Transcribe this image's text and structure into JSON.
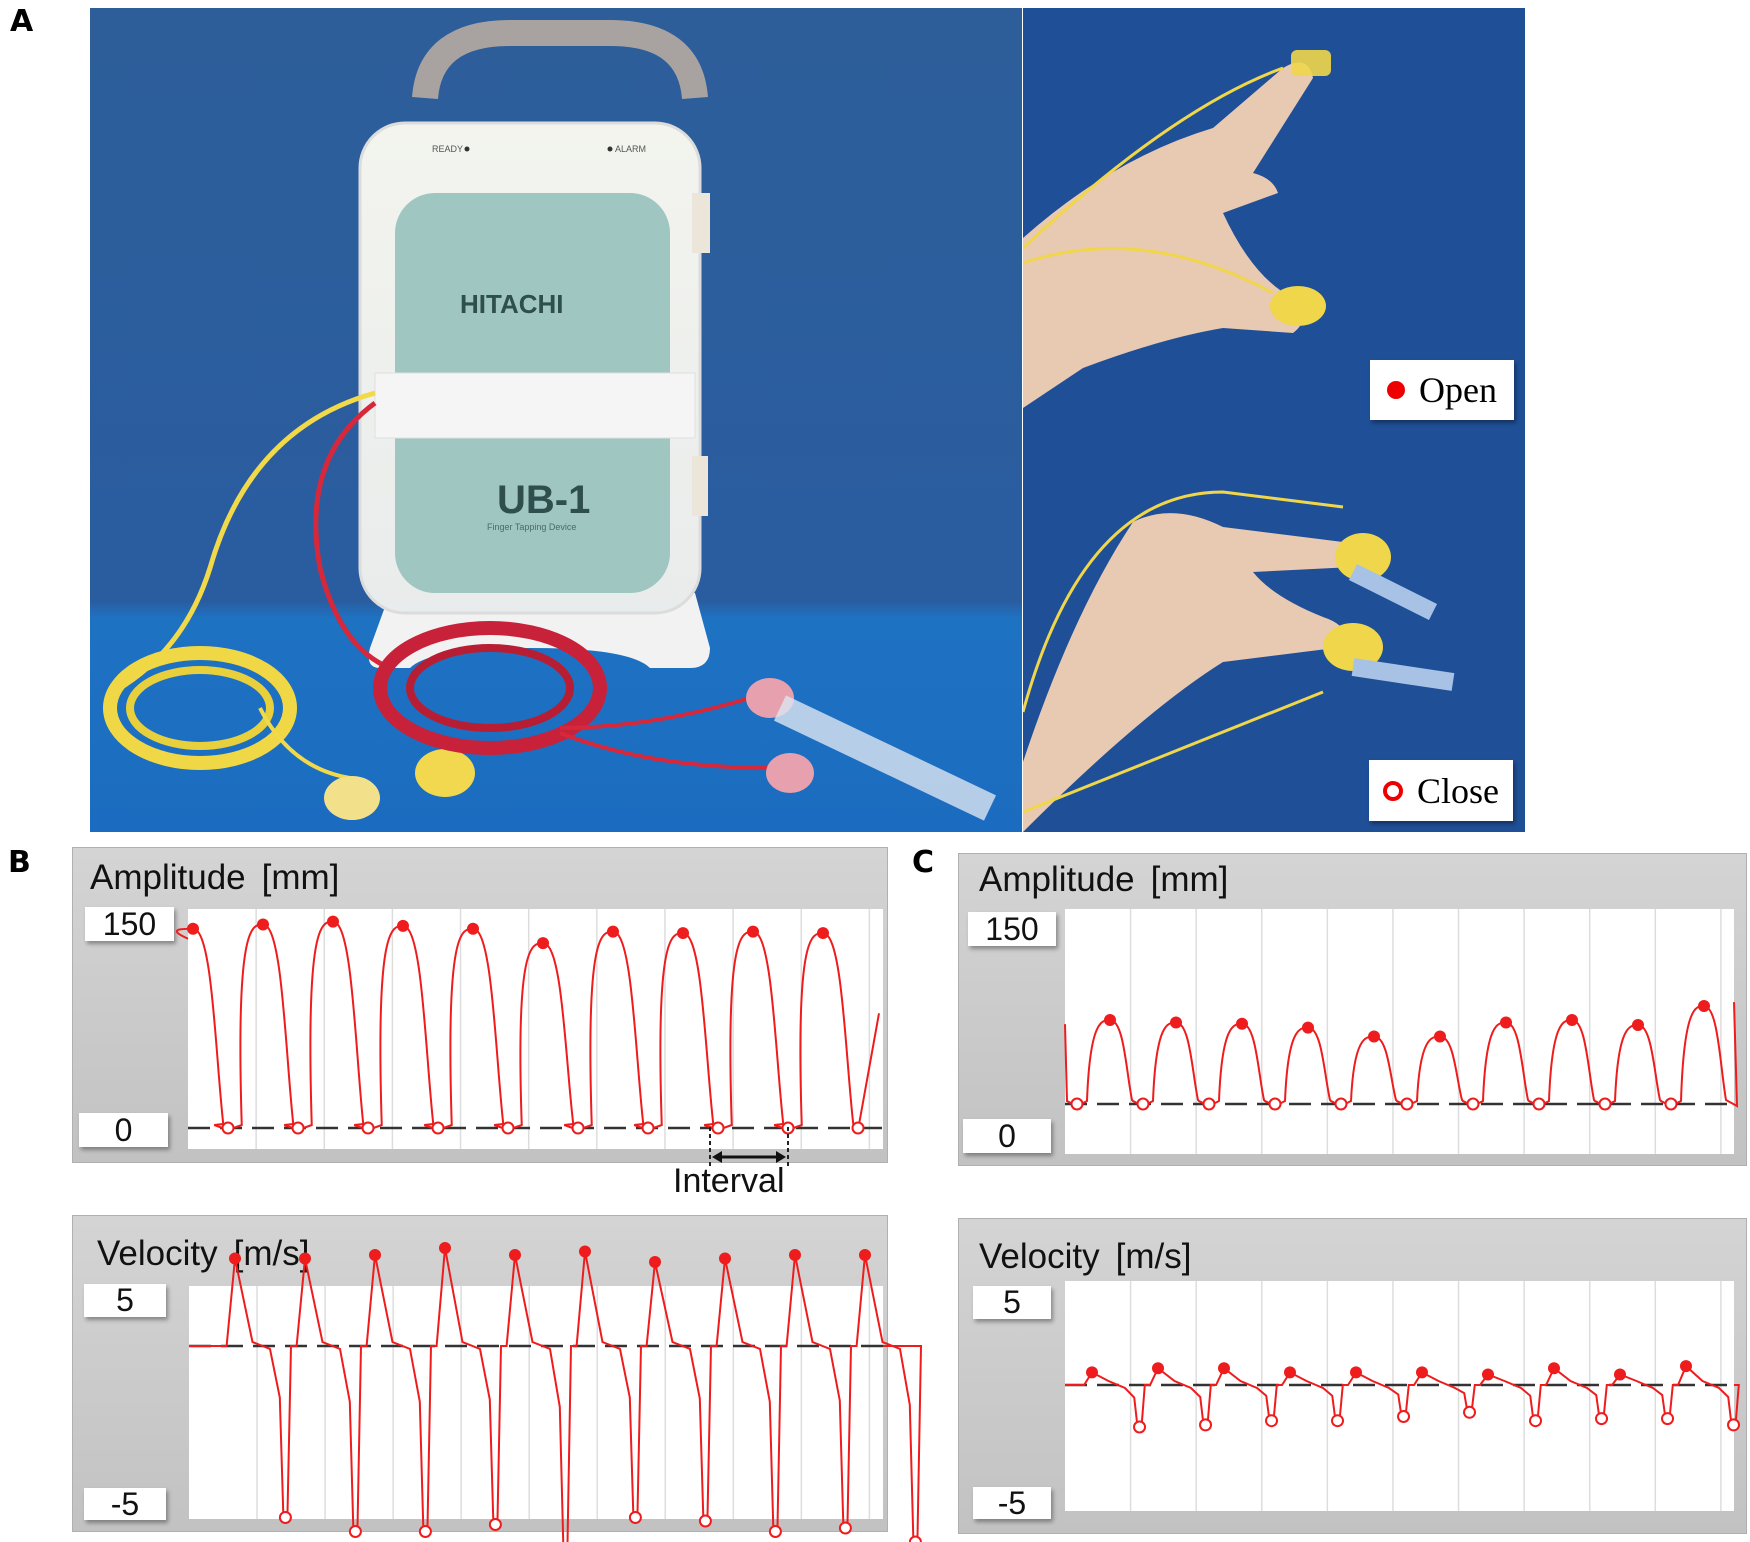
{
  "panel_labels": {
    "a": "A",
    "b": "B",
    "c": "C"
  },
  "photo_device": {
    "brand": "HITACHI",
    "model": "UB-1",
    "subtitle": "Finger Tapping Device",
    "indicator_ready": "READY",
    "indicator_alarm": "ALARM",
    "background_color": "#2b5d9b"
  },
  "photo_hand_open": {
    "legend_label": "Open",
    "legend_marker": "filled-red-circle",
    "background_color": "#1f4f97"
  },
  "photo_hand_close": {
    "legend_label": "Close",
    "legend_marker": "open-red-circle",
    "background_color": "#1f4f97"
  },
  "colors": {
    "trace": "#ee1c1c",
    "zero_line": "#333333",
    "panel_bg": "#cccccc",
    "grid": "#dddddd"
  },
  "interval_annotation": {
    "label": "Interval"
  },
  "chart_data": [
    {
      "panel": "B",
      "type": "line",
      "title": "Amplitude",
      "unit": "[mm]",
      "ylabel": "Amplitude [mm]",
      "ytick_labels": [
        "150",
        "0"
      ],
      "ylim": [
        0,
        150
      ],
      "grid": true,
      "markers": {
        "open_peaks": "filled red circle",
        "close_troughs": "open red circle"
      },
      "peaks": [
        139,
        142,
        144,
        141,
        139,
        129,
        137,
        136,
        137,
        136
      ],
      "troughs": [
        0,
        0,
        0,
        0,
        0,
        0,
        0,
        0,
        0,
        0,
        0
      ]
    },
    {
      "panel": "B",
      "type": "line",
      "title": "Velocity",
      "unit": "[m/s]",
      "ylabel": "Velocity [m/s]",
      "ytick_labels": [
        "5",
        "-5"
      ],
      "ylim": [
        -5,
        5
      ],
      "grid": true,
      "peaks": [
        2.5,
        2.5,
        2.6,
        2.8,
        2.6,
        2.7,
        2.4,
        2.5,
        2.6,
        2.6
      ],
      "troughs": [
        -4.9,
        -5.3,
        -5.3,
        -5.1,
        -5.8,
        -4.9,
        -5.0,
        -5.3,
        -5.2,
        -5.6
      ]
    },
    {
      "panel": "C",
      "type": "line",
      "title": "Amplitude",
      "unit": "[mm]",
      "ylabel": "Amplitude [mm]",
      "ytick_labels": [
        "150",
        "0"
      ],
      "ylim": [
        0,
        150
      ],
      "grid": true,
      "peaks": [
        66,
        64,
        63,
        60,
        53,
        53,
        64,
        66,
        62,
        77
      ],
      "troughs": [
        0,
        0,
        0,
        0,
        0,
        0,
        0,
        0,
        0,
        0,
        0
      ]
    },
    {
      "panel": "C",
      "type": "line",
      "title": "Velocity",
      "unit": "[m/s]",
      "ylabel": "Velocity [m/s]",
      "ytick_labels": [
        "5",
        "-5"
      ],
      "ylim": [
        -5,
        5
      ],
      "grid": true,
      "peaks": [
        0.6,
        0.8,
        0.8,
        0.6,
        0.6,
        0.6,
        0.5,
        0.8,
        0.5,
        0.9
      ],
      "troughs": [
        -2.0,
        -1.9,
        -1.7,
        -1.7,
        -1.5,
        -1.3,
        -1.7,
        -1.6,
        -1.6,
        -1.9
      ]
    }
  ]
}
